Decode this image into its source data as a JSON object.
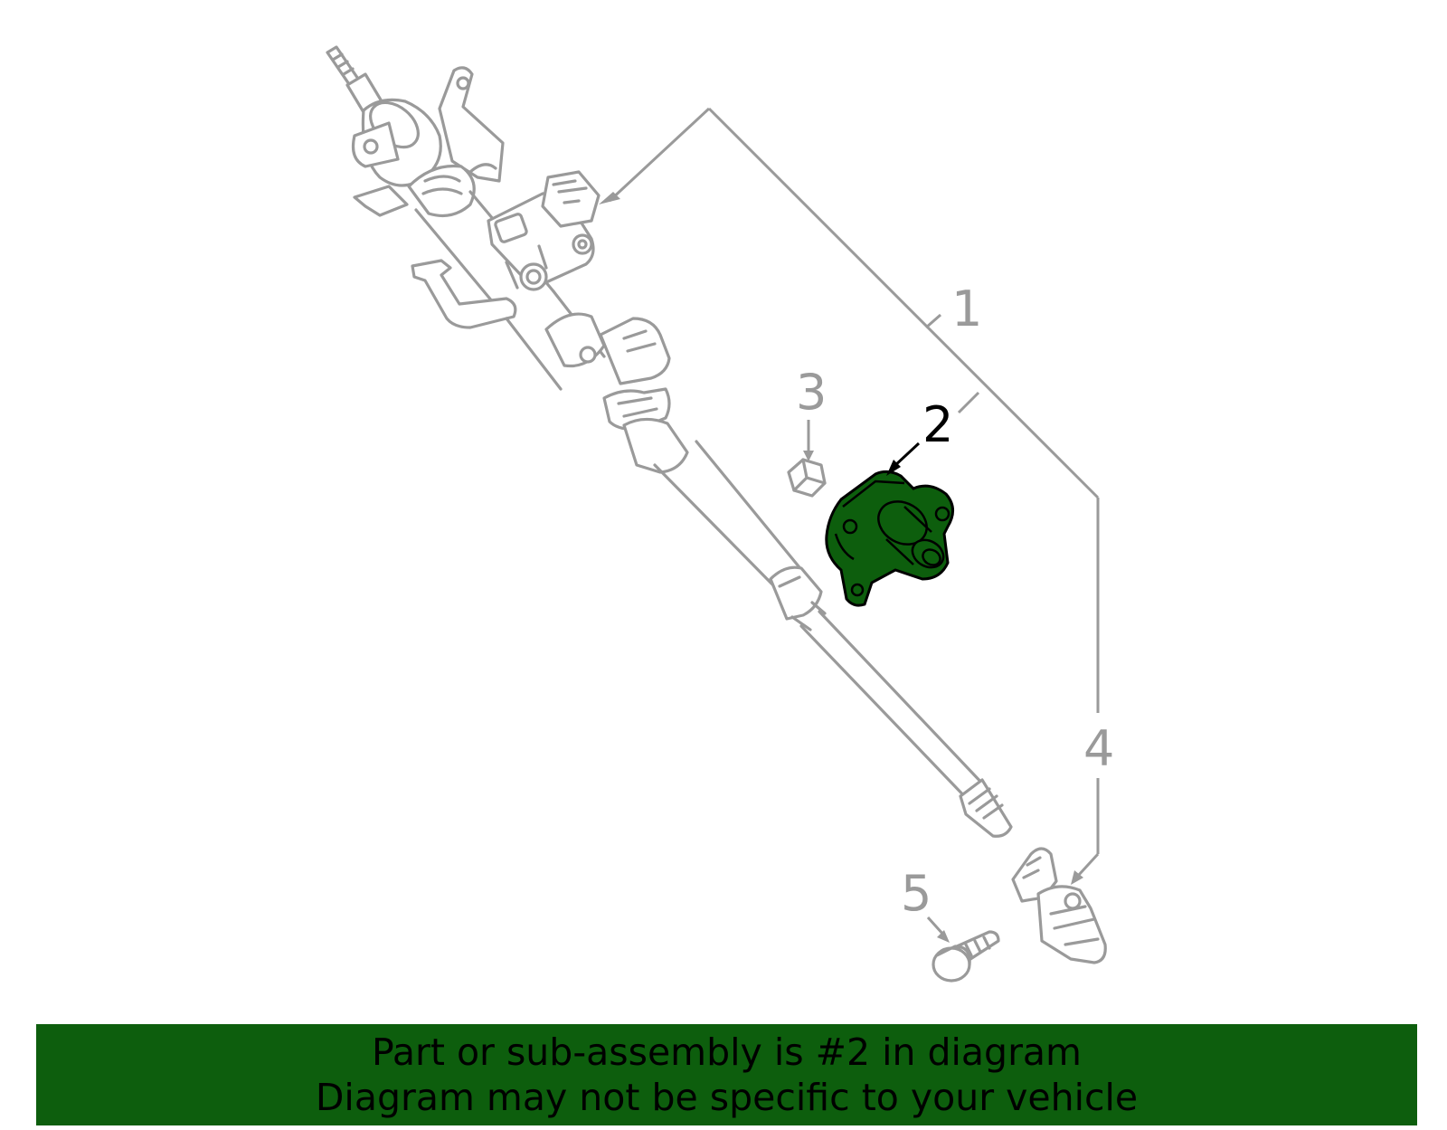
{
  "diagram": {
    "callouts": [
      {
        "id": "1",
        "label": "1",
        "highlighted": false
      },
      {
        "id": "2",
        "label": "2",
        "highlighted": true
      },
      {
        "id": "3",
        "label": "3",
        "highlighted": false
      },
      {
        "id": "4",
        "label": "4",
        "highlighted": false
      },
      {
        "id": "5",
        "label": "5",
        "highlighted": false
      }
    ],
    "highlight_color": "#0d5e0d",
    "line_color": "#9a9a9a"
  },
  "banner": {
    "line1": "Part or sub-assembly is #2 in diagram",
    "line2": "Diagram may not be specific to your vehicle",
    "background": "#0d5e0d"
  }
}
